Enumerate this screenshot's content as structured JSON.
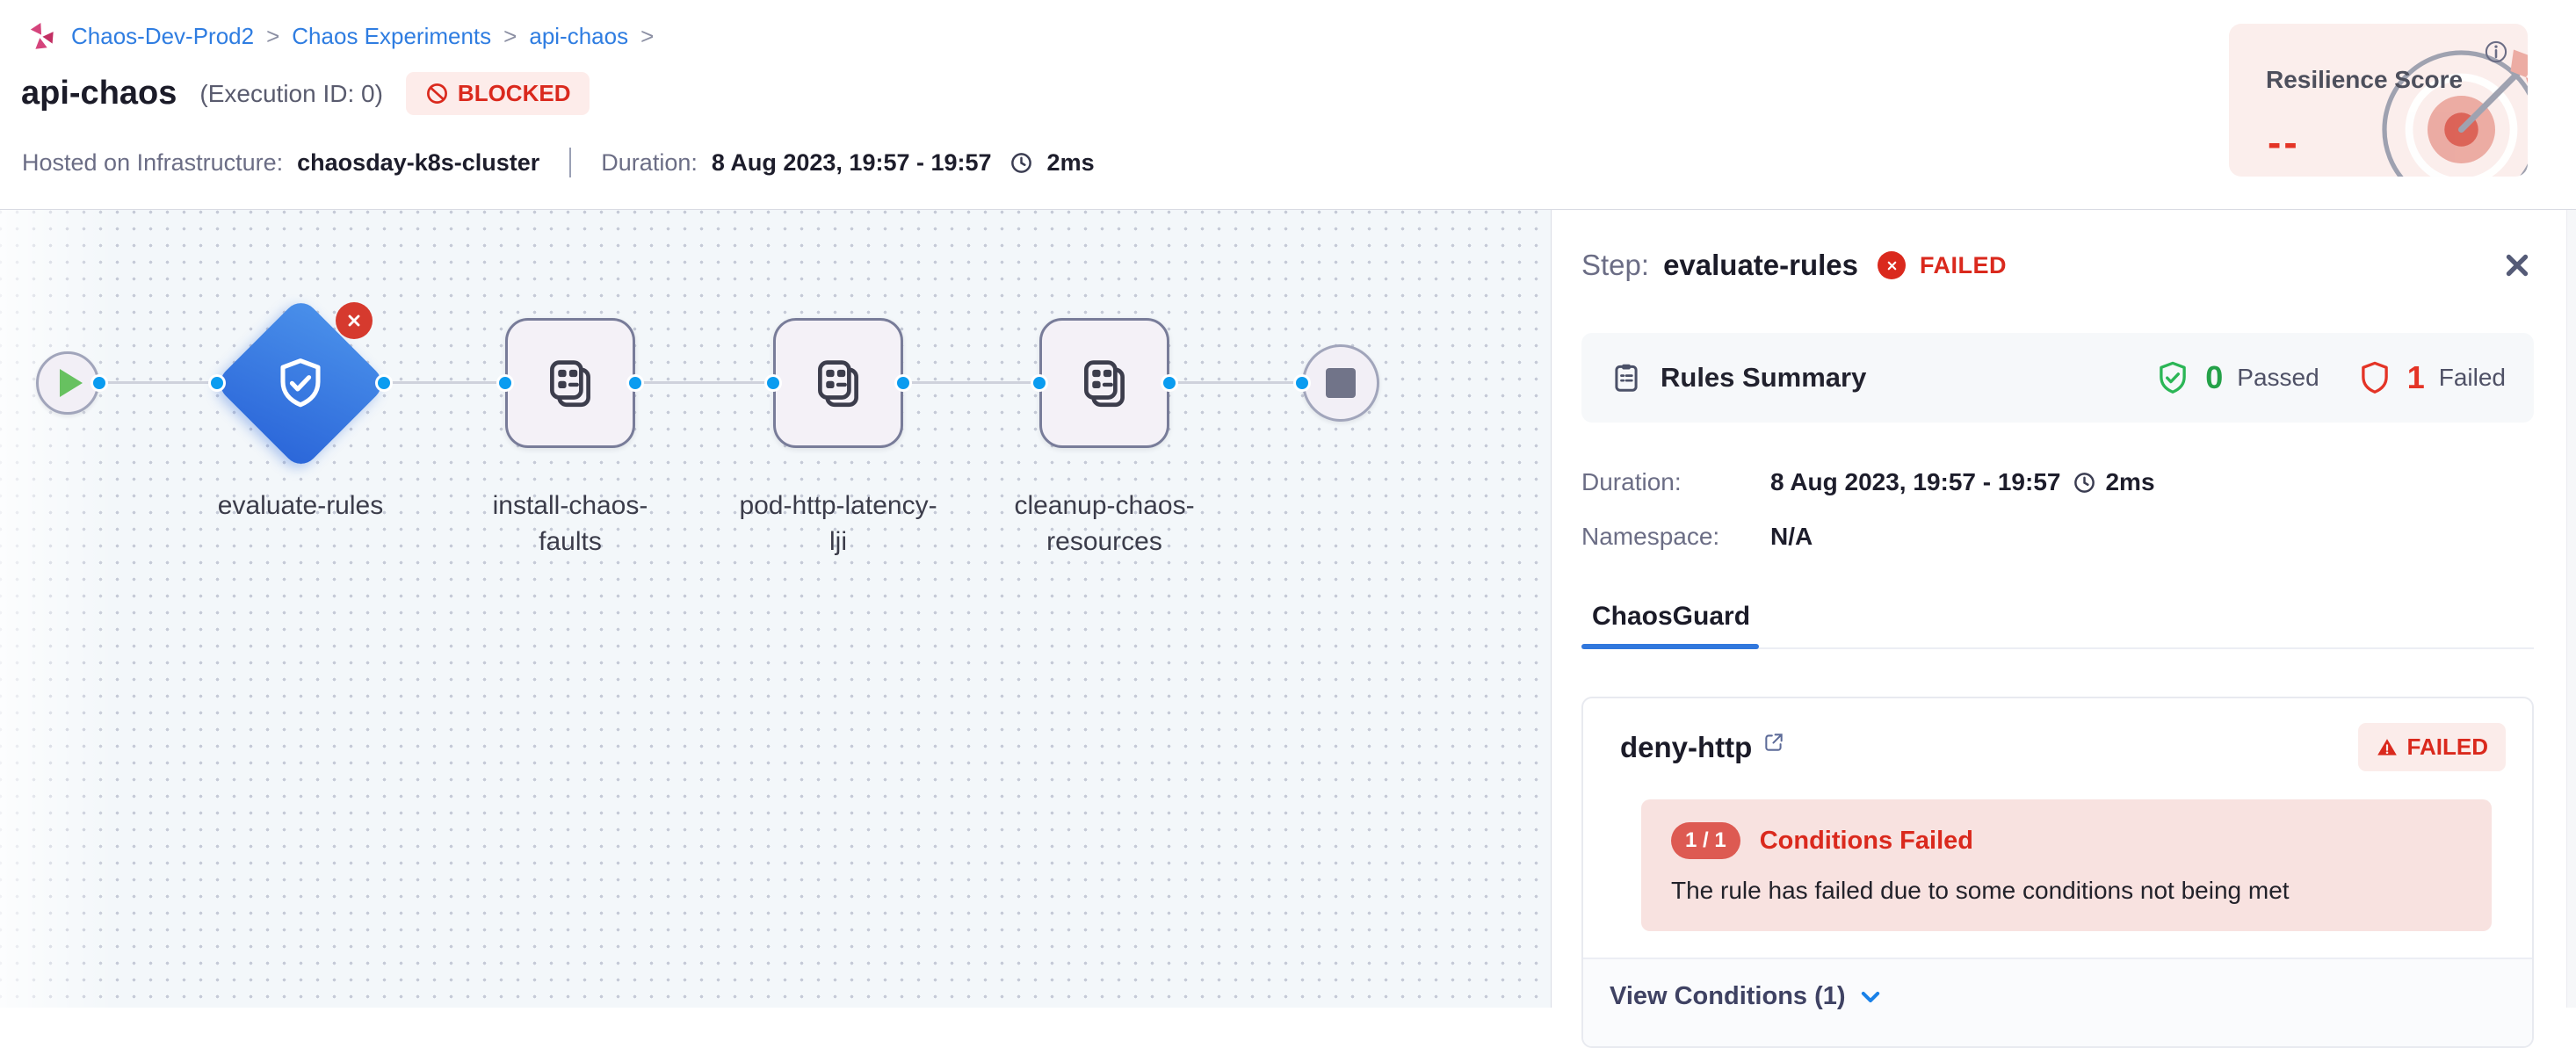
{
  "breadcrumb": {
    "separator": ">",
    "items": [
      "Chaos-Dev-Prod2",
      "Chaos Experiments",
      "api-chaos"
    ]
  },
  "header": {
    "title": "api-chaos",
    "execution_id": "(Execution ID: 0)",
    "status_badge": "BLOCKED",
    "infra_label": "Hosted on Infrastructure:",
    "infra_value": "chaosday-k8s-cluster",
    "duration_label": "Duration:",
    "duration_value": "8 Aug 2023, 19:57 - 19:57",
    "duration_elapsed": "2ms"
  },
  "resilience_card": {
    "title": "Resilience Score",
    "value": "--"
  },
  "pipeline": {
    "nodes": [
      {
        "label": "evaluate-rules",
        "type": "chaosguard-diamond",
        "status": "failed"
      },
      {
        "label": "install-chaos-faults",
        "lines": [
          "install-chaos-",
          "faults"
        ]
      },
      {
        "label": "pod-http-latency-lji",
        "lines": [
          "pod-http-latency-",
          "lji"
        ]
      },
      {
        "label": "cleanup-chaos-resources",
        "lines": [
          "cleanup-chaos-",
          "resources"
        ]
      }
    ]
  },
  "panel": {
    "step_label": "Step:",
    "step_name": "evaluate-rules",
    "step_status": "FAILED",
    "rules_summary": {
      "title": "Rules Summary",
      "passed_count": "0",
      "passed_label": "Passed",
      "failed_count": "1",
      "failed_label": "Failed"
    },
    "details": {
      "duration_label": "Duration:",
      "duration_value": "8 Aug 2023, 19:57 - 19:57",
      "duration_elapsed": "2ms",
      "namespace_label": "Namespace:",
      "namespace_value": "N/A"
    },
    "tab_label": "ChaosGuard",
    "rule_card": {
      "name": "deny-http",
      "status_badge": "FAILED",
      "conditions_ratio": "1 / 1",
      "conditions_title": "Conditions Failed",
      "conditions_message": "The rule has failed due to some conditions not being met",
      "view_conditions_label": "View Conditions (1)"
    }
  },
  "colors": {
    "accent_blue": "#0278d5",
    "link_blue": "#2f7de1",
    "error_red": "#da291d",
    "success_green": "#24a148",
    "selected_node_blue": "#3b7fe0",
    "port_blue": "#0b9cf0"
  }
}
